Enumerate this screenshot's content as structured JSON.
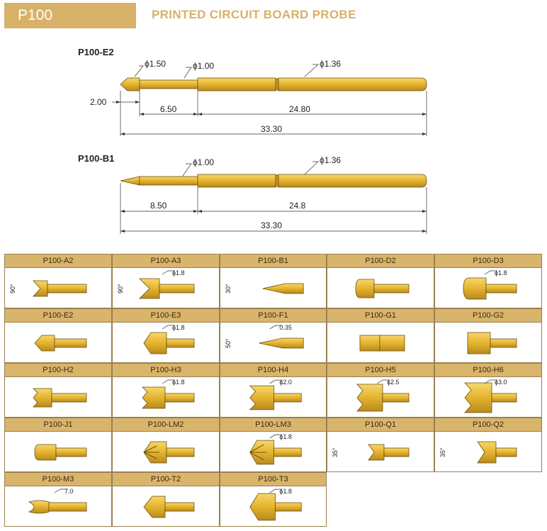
{
  "header": {
    "model": "P100",
    "title": "PRINTED CIRCUIT BOARD  PROBE"
  },
  "drawings": {
    "e2": {
      "label": "P100-E2",
      "dia_tip": "ϕ1.50",
      "dia_barrel": "ϕ1.00",
      "dia_body": "ϕ1.36",
      "len_tip": "2.00",
      "len_front": "6.50",
      "len_rear": "24.80",
      "len_total": "33.30"
    },
    "b1": {
      "label": "P100-B1",
      "dia_barrel": "ϕ1.00",
      "dia_body": "ϕ1.36",
      "len_front": "8.50",
      "len_rear": "24.8",
      "len_total": "33.30"
    }
  },
  "tips": [
    {
      "label": "P100-A2",
      "note": "90°"
    },
    {
      "label": "P100-A3",
      "note": "90°",
      "dia": "ϕ1.8"
    },
    {
      "label": "P100-B1",
      "note": "30°"
    },
    {
      "label": "P100-D2"
    },
    {
      "label": "P100-D3",
      "dia": "ϕ1.8"
    },
    {
      "label": "P100-E2"
    },
    {
      "label": "P100-E3",
      "dia": "ϕ1.8"
    },
    {
      "label": "P100-F1",
      "note": "50°",
      "dia": "0.35"
    },
    {
      "label": "P100-G1"
    },
    {
      "label": "P100-G2"
    },
    {
      "label": "P100-H2"
    },
    {
      "label": "P100-H3",
      "dia": "ϕ1.8"
    },
    {
      "label": "P100-H4",
      "dia": "ϕ2.0"
    },
    {
      "label": "P100-H5",
      "dia": "ϕ2.5"
    },
    {
      "label": "P100-H6",
      "dia": "ϕ3.0"
    },
    {
      "label": "P100-J1"
    },
    {
      "label": "P100-LM2"
    },
    {
      "label": "P100-LM3",
      "dia": "ϕ1.8"
    },
    {
      "label": "P100-Q1",
      "note": "35°"
    },
    {
      "label": "P100-Q2",
      "note": "35°"
    },
    {
      "label": "P100-M3",
      "dia": "7.0"
    },
    {
      "label": "P100-T2"
    },
    {
      "label": "P100-T3",
      "dia": "ϕ1.8"
    }
  ],
  "colors": {
    "gold": "#e3b93a",
    "gold_dark": "#8a6a1a",
    "header_bg": "#d8b168",
    "cell_head_bg": "#d9b46b"
  }
}
